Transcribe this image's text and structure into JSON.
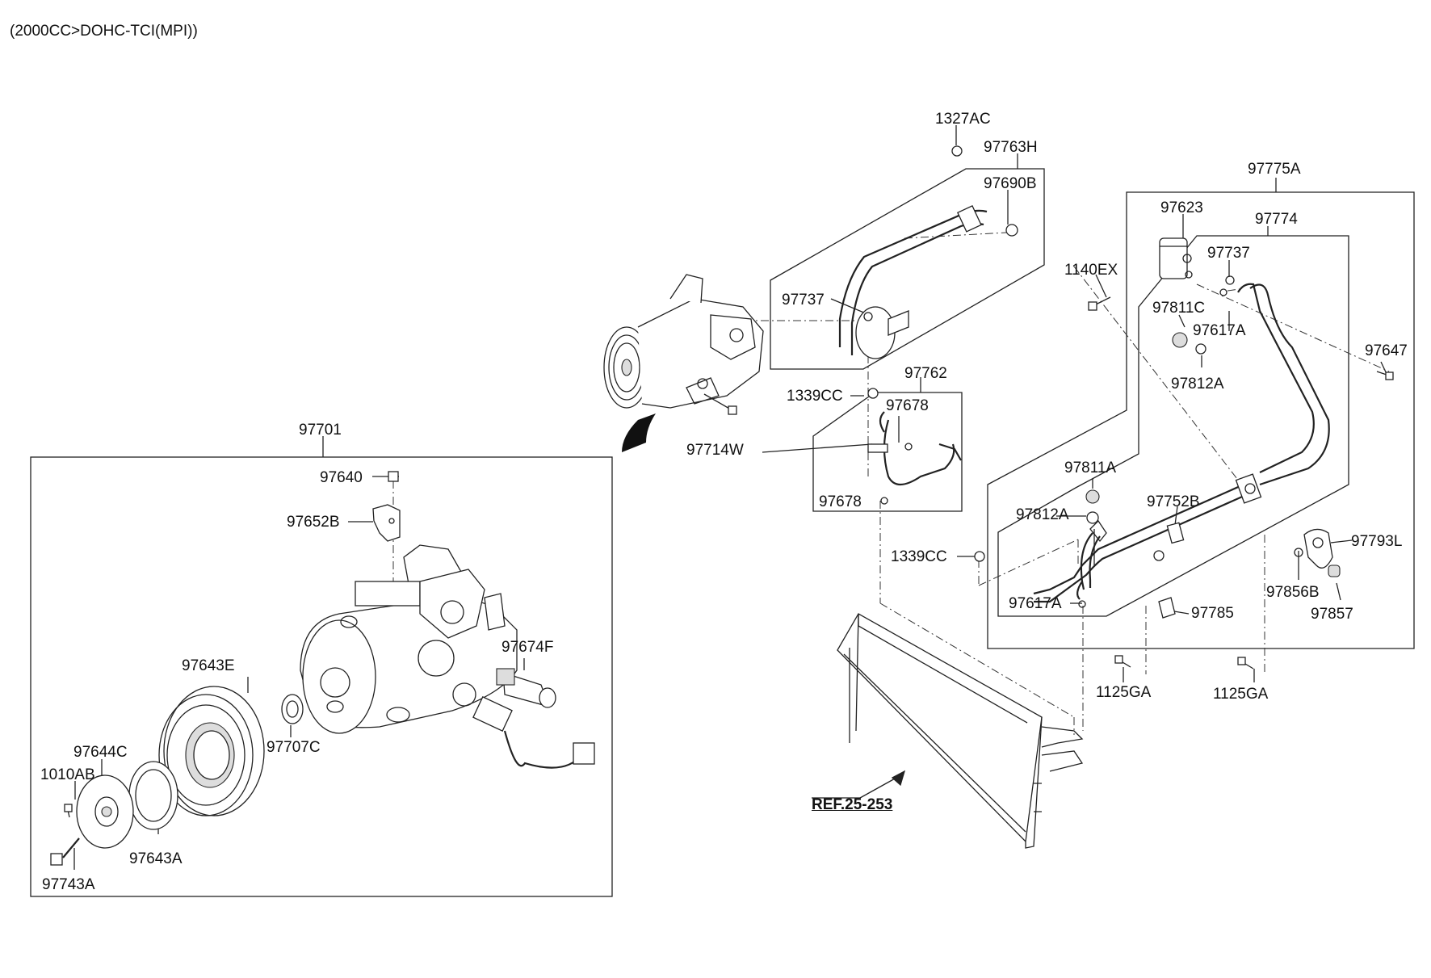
{
  "header": {
    "engine_spec": "(2000CC>DOHC-TCI(MPI))"
  },
  "labels": {
    "p1327AC": "1327AC",
    "p97763H": "97763H",
    "p97690B": "97690B",
    "p97737a": "97737",
    "p97775A": "97775A",
    "p97623": "97623",
    "p97774": "97774",
    "p97737b": "97737",
    "p1140EX": "1140EX",
    "p97811C": "97811C",
    "p97617Aa": "97617A",
    "p97647": "97647",
    "p97812Aa": "97812A",
    "p97762": "97762",
    "p1339CCa": "1339CC",
    "p97678a": "97678",
    "p97714W": "97714W",
    "p97678b": "97678",
    "p97701": "97701",
    "p97640": "97640",
    "p97652B": "97652B",
    "p97811A": "97811A",
    "p97812Ab": "97812A",
    "p97752B": "97752B",
    "p1339CCb": "1339CC",
    "p97793L": "97793L",
    "p97856B": "97856B",
    "p97857": "97857",
    "p97617Ab": "97617A",
    "p97785": "97785",
    "p97674F": "97674F",
    "p97643E": "97643E",
    "p1125GAa": "1125GA",
    "p1125GAb": "1125GA",
    "p97707C": "97707C",
    "p97644C": "97644C",
    "p1010AB": "1010AB",
    "p97643A": "97643A",
    "p97743A": "97743A"
  },
  "reference": {
    "label": "REF.25-253"
  },
  "icons": [
    "compressor",
    "pulley",
    "clutch-plate",
    "condenser",
    "hose",
    "bolt",
    "o-ring",
    "expansion-valve",
    "pressure-switch"
  ]
}
